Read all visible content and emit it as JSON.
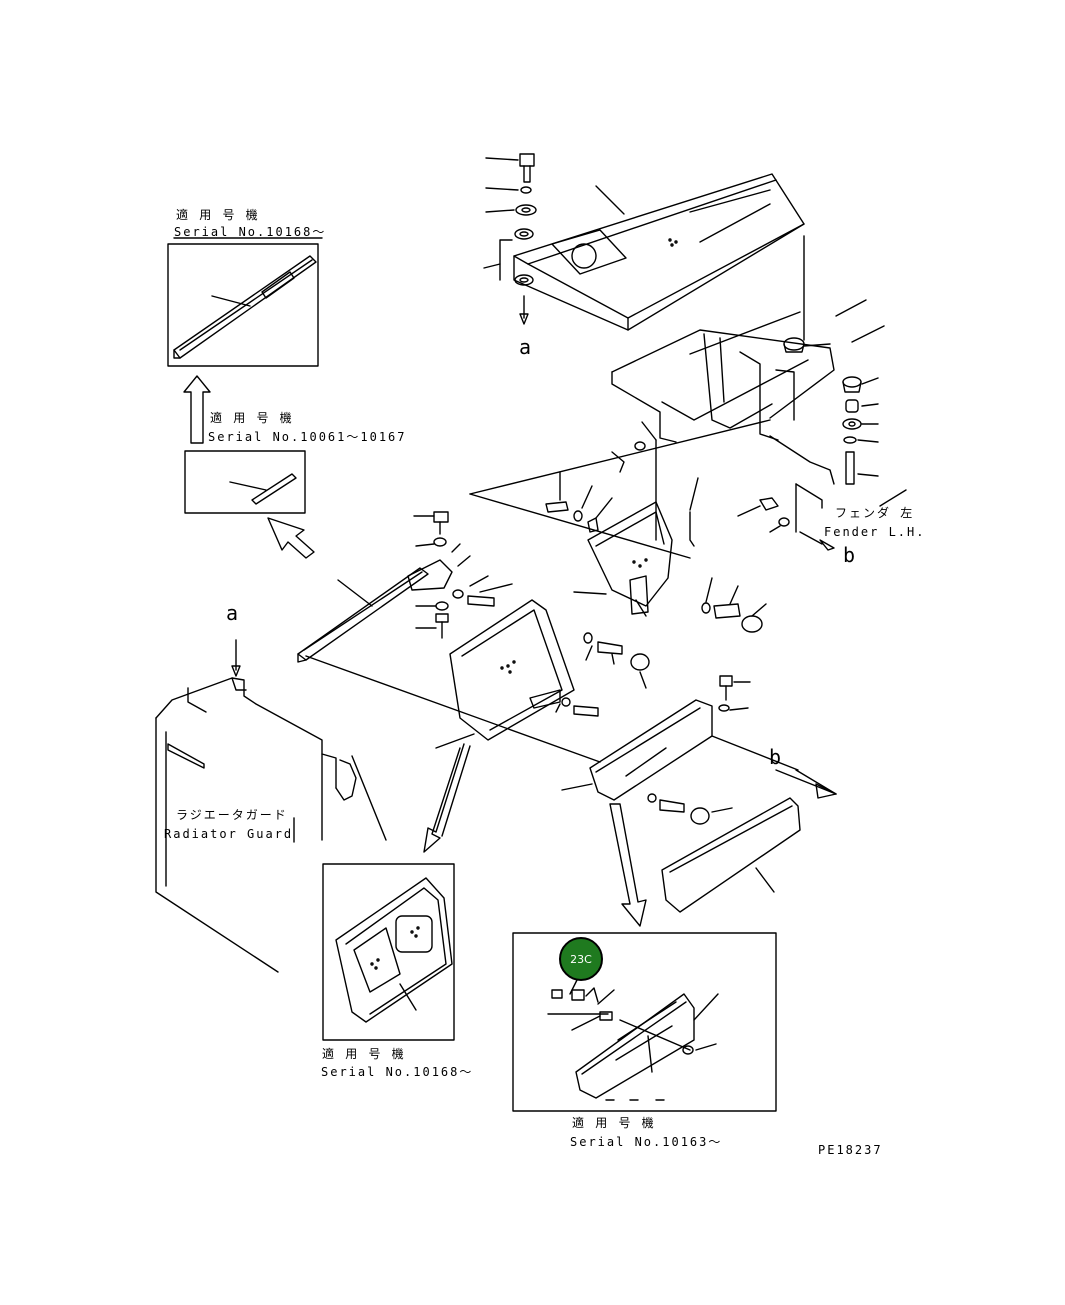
{
  "callout_a_top": "a",
  "callout_a_left": "a",
  "callout_b_right": "b",
  "callout_b_bottom": "b",
  "inset_top": {
    "jp": "適 用 号 機",
    "serial": "Serial No.10168～"
  },
  "inset_middle": {
    "jp": "適 用 号 機",
    "serial": "Serial No.10061～10167"
  },
  "inset_bottom_left": {
    "jp": "適 用 号 機",
    "serial": "Serial No.10168～"
  },
  "inset_bottom_right": {
    "jp": "適 用 号 機",
    "serial": "Serial No.10163～",
    "badge": "23C"
  },
  "fender": {
    "jp": "フェンダ 左",
    "en": "Fender L.H."
  },
  "radiator_guard": {
    "jp": "ラジエータガード",
    "en": "Radiator Guard"
  },
  "drawing_number": "PE18237"
}
